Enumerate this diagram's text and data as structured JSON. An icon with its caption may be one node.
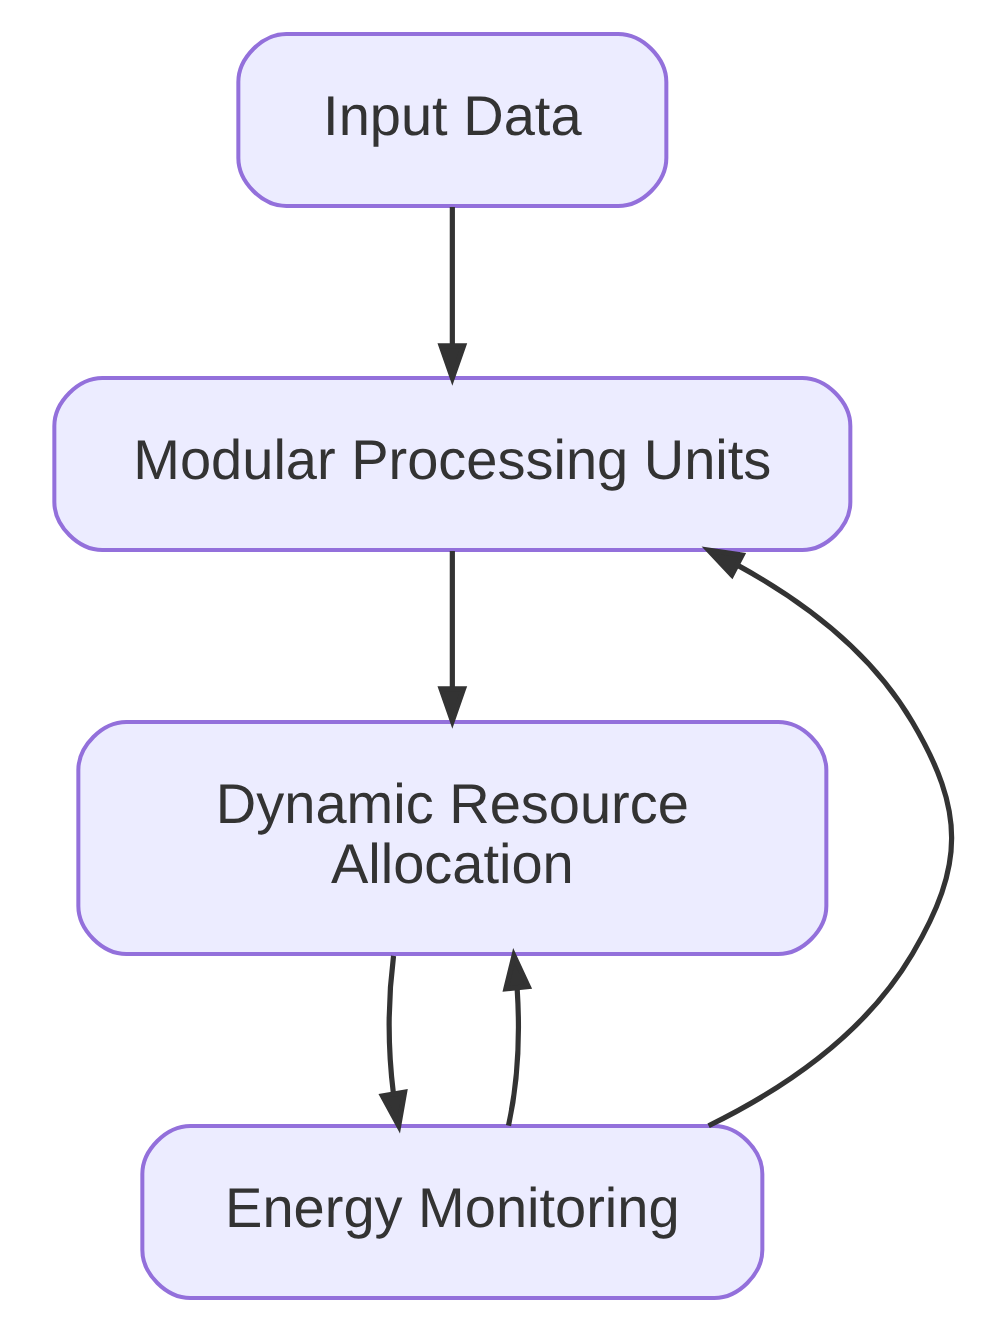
{
  "diagram": {
    "nodes": [
      {
        "text": [
          "Input Data"
        ]
      },
      {
        "text": [
          "Modular Processing Units"
        ]
      },
      {
        "text": [
          "Dynamic Resource Allocation"
        ]
      },
      {
        "text": [
          "Energy Monitoring"
        ]
      }
    ],
    "edges": [
      {
        "from": 0,
        "to": 1,
        "arrow": "to"
      },
      {
        "from": 1,
        "to": 2,
        "arrow": "to"
      },
      {
        "from": 2,
        "to": 3,
        "arrow": "to"
      },
      {
        "from": 3,
        "to": 2,
        "arrow": "to"
      },
      {
        "from": 3,
        "to": 1,
        "arrow": "to"
      }
    ]
  }
}
